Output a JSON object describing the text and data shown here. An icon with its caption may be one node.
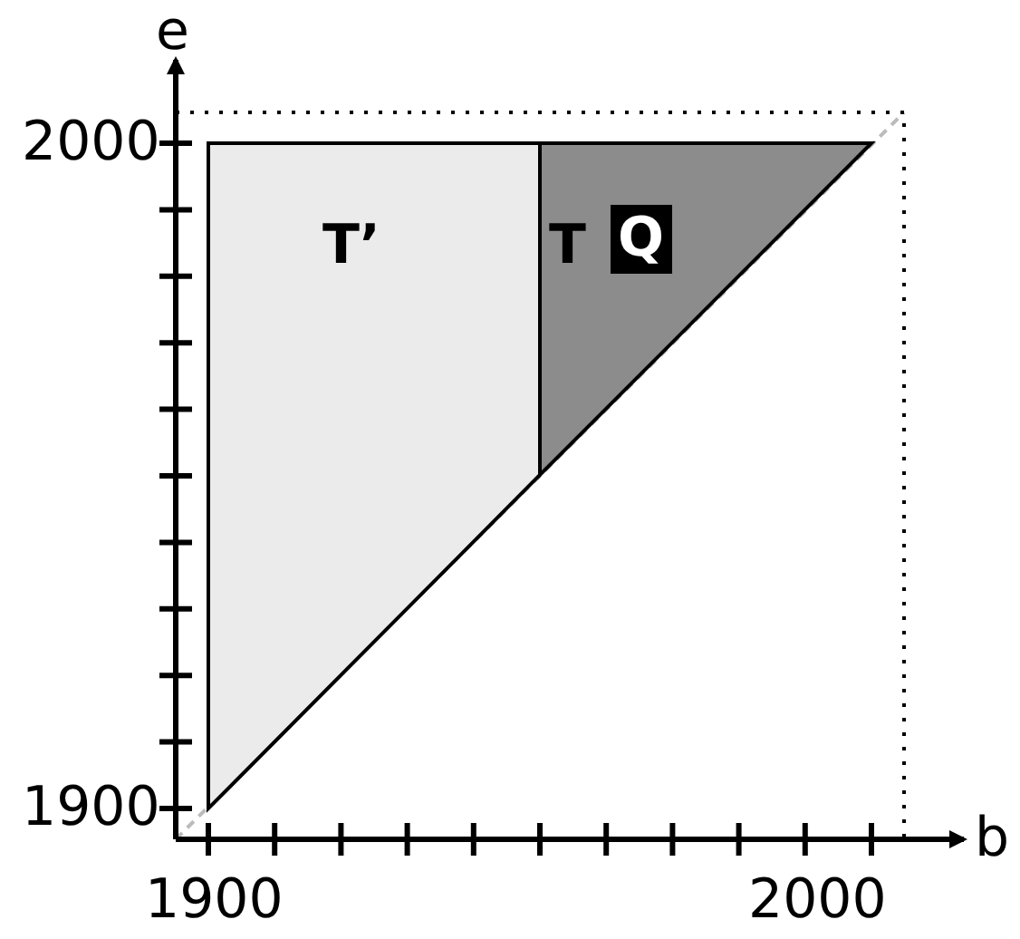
{
  "diagram": {
    "nodes": [
      {
        "text": [
          "T’"
        ]
      },
      {
        "text": [
          "T",
          "Q"
        ]
      }
    ],
    "edges": [],
    "labels": [
      "e",
      "2000",
      "1900",
      "1900",
      "2000",
      "b"
    ]
  }
}
